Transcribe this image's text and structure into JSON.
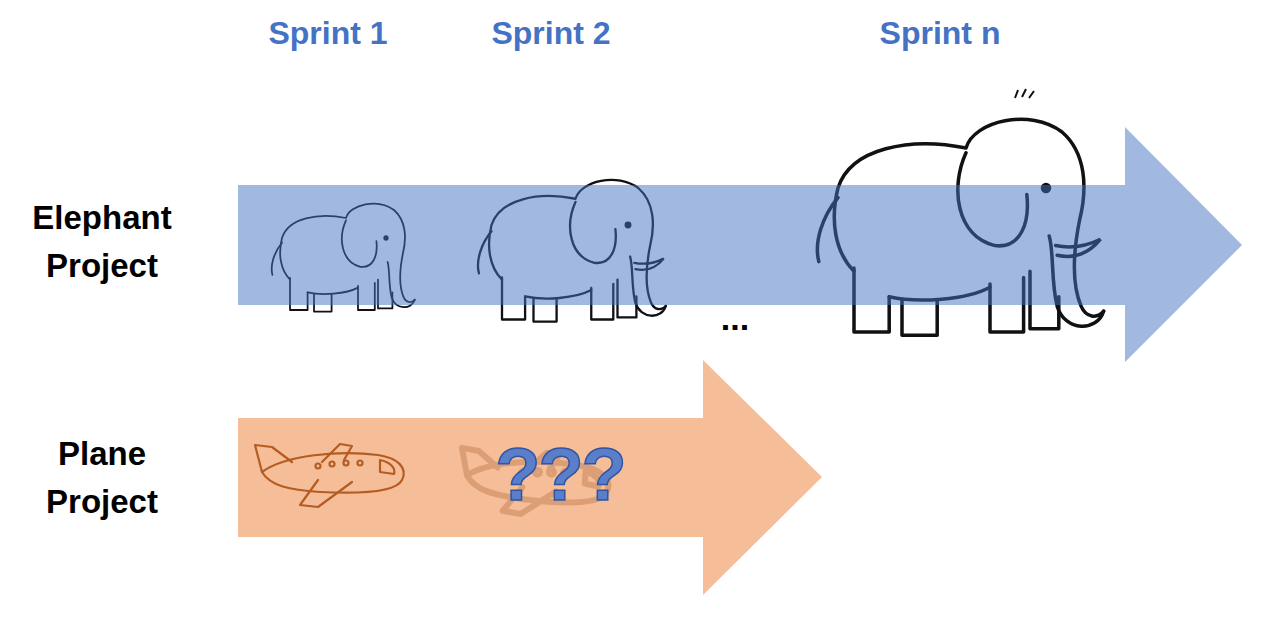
{
  "diagram": {
    "nodes": [
      {
        "text": [
          "Elephant Project"
        ]
      },
      {
        "text": [
          "Plane Project",
          "???"
        ]
      }
    ],
    "labels": [
      "Sprint 1",
      "Sprint 2",
      "Sprint n",
      "..."
    ]
  }
}
